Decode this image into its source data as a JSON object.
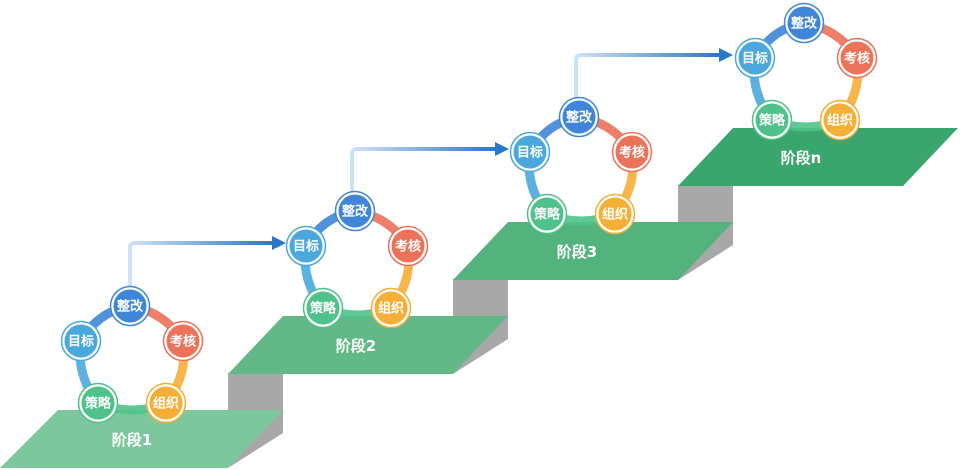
{
  "colors": {
    "platform_top": [
      "#7cc79d",
      "#62b987",
      "#53b37d",
      "#3aa56c"
    ],
    "step_side": "#a8a8a8",
    "target": "#4aa8de",
    "reform": "#3f86d8",
    "assess": "#ec7259",
    "organize": "#f5ae36",
    "strategy": "#4fc28b",
    "arrow": "#2a78c6"
  },
  "stages": [
    {
      "label": "阶段1",
      "nodes": {
        "target": "目标",
        "reform": "整改",
        "assess": "考核",
        "organize": "组织",
        "strategy": "策略"
      }
    },
    {
      "label": "阶段2",
      "nodes": {
        "target": "目标",
        "reform": "整改",
        "assess": "考核",
        "organize": "组织",
        "strategy": "策略"
      }
    },
    {
      "label": "阶段3",
      "nodes": {
        "target": "目标",
        "reform": "整改",
        "assess": "考核",
        "organize": "组织",
        "strategy": "策略"
      }
    },
    {
      "label": "阶段n",
      "nodes": {
        "target": "目标",
        "reform": "整改",
        "assess": "考核",
        "organize": "组织",
        "strategy": "策略"
      }
    }
  ]
}
